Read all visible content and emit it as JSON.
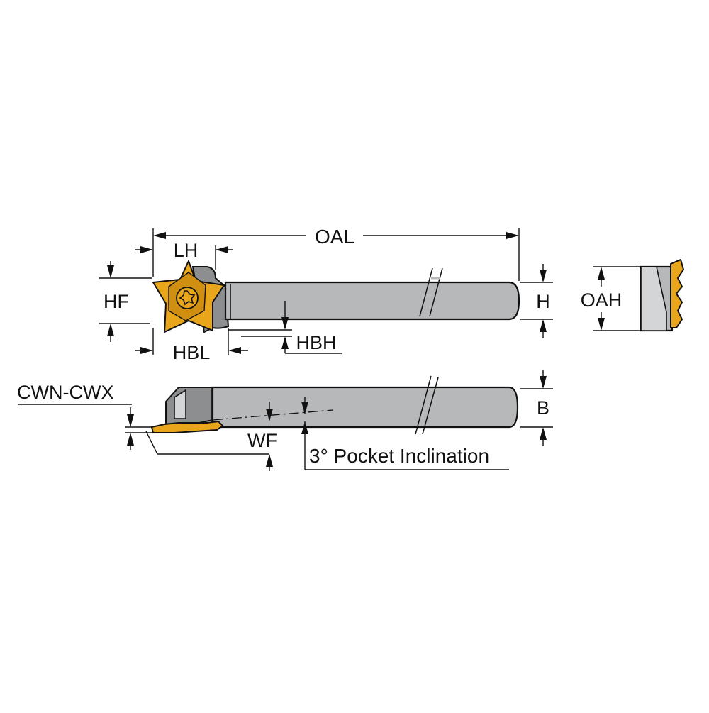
{
  "labels": {
    "oal": "OAL",
    "lh": "LH",
    "hf": "HF",
    "hbl": "HBL",
    "hbh": "HBH",
    "h": "H",
    "oah": "OAH",
    "cwn_cwx": "CWN-CWX",
    "wf": "WF",
    "b": "B",
    "pocket": "3° Pocket Inclination"
  },
  "colors": {
    "insert": "#e9a61b",
    "insert_dark": "#b07a10",
    "body": "#b7b8ba",
    "body_dark": "#8d8e90",
    "line": "#111111"
  },
  "icons": {
    "screw": "torx-screw-icon"
  }
}
